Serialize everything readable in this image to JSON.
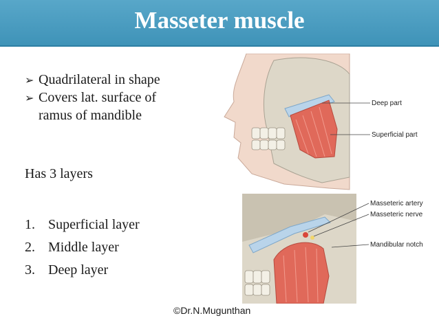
{
  "title": "Masseter muscle",
  "bullets": [
    {
      "line1": "Quadrilateral in shape",
      "line2": ""
    },
    {
      "line1": "Covers lat. surface of",
      "line2": "ramus of mandible"
    }
  ],
  "layers_heading": "Has 3 layers",
  "layers": [
    {
      "num": "1.",
      "label": "Superficial layer"
    },
    {
      "num": "2.",
      "label": "Middle layer"
    },
    {
      "num": "3.",
      "label": "Deep layer"
    }
  ],
  "figure_top": {
    "labels": [
      "Deep part",
      "Superficial part"
    ]
  },
  "figure_bottom": {
    "labels": [
      "Masseteric artery",
      "Masseteric nerve",
      "Mandibular notch"
    ]
  },
  "credit": "©Dr.N.Mugunthan",
  "colors": {
    "title_bar": "#4a9ec2",
    "muscle": "#e0695a",
    "bone": "#d8d3c6"
  }
}
